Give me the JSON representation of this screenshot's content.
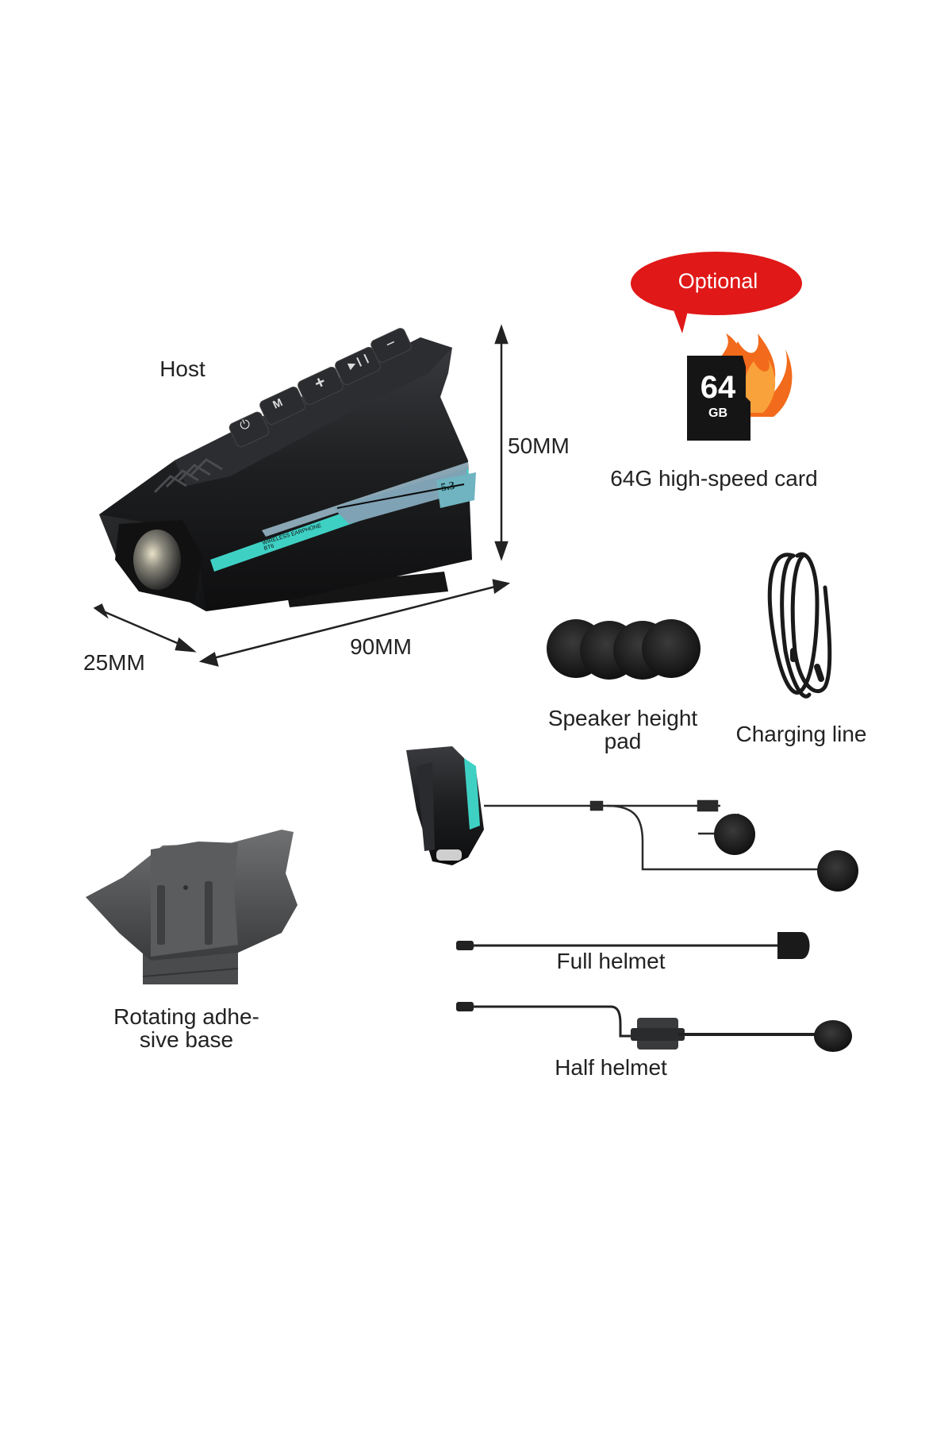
{
  "host": {
    "label": "Host",
    "btn_power": "⏻",
    "btn_mode": "M",
    "btn_plus": "+",
    "btn_play": "▶❙❙",
    "btn_minus": "−",
    "version": "5.3",
    "brand_text": "WIRELESS EARPHONE BT6"
  },
  "dimensions": {
    "height": "50MM",
    "length": "90MM",
    "width": "25MM"
  },
  "optional_badge": "Optional",
  "sd_card": {
    "capacity": "64",
    "unit": "GB",
    "label": "64G high-speed card"
  },
  "speaker_pad": {
    "line1": "Speaker height",
    "line2": "pad"
  },
  "charging_line": "Charging line",
  "adhesive_base": {
    "line1": "Rotating adhe-",
    "line2": "sive base"
  },
  "full_helmet": "Full helmet",
  "half_helmet": "Half helmet",
  "colors": {
    "accent_teal": "#3fd0c4",
    "badge_red": "#e01818",
    "device_black": "#1b1c1e",
    "flame_orange": "#f26a1b"
  }
}
